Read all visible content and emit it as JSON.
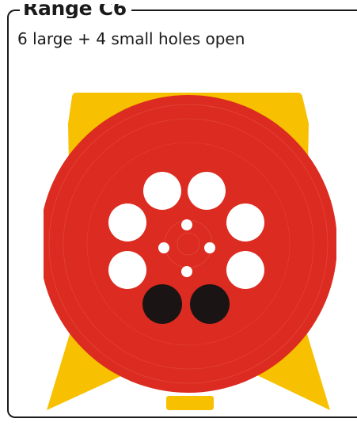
{
  "panel": {
    "title": "Range C6",
    "subtitle": "6 large + 4 small holes open"
  },
  "dial": {
    "large_holes": {
      "open": 6,
      "closed": 2
    },
    "small_holes": {
      "open": 4
    }
  },
  "colors": {
    "dial_red": "#dc2b20",
    "housing_yellow": "#f7c000",
    "open_hole": "#ffffff",
    "closed_hole": "#1a1414",
    "frame": "#1a1a1a"
  }
}
